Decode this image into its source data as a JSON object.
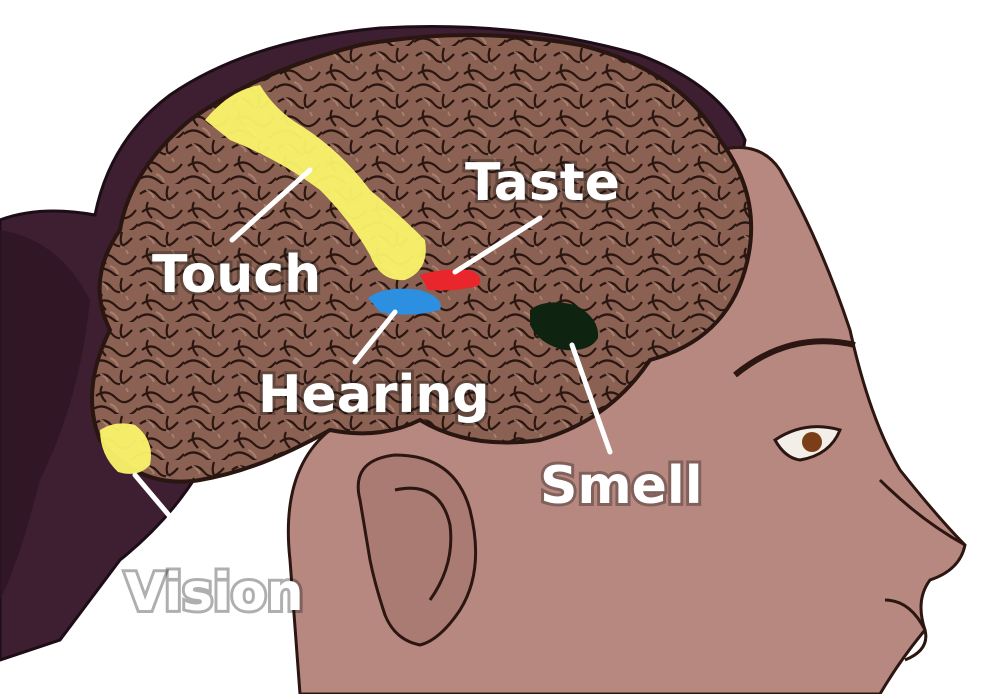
{
  "labels": {
    "touch": "Touch",
    "taste": "Taste",
    "hearing": "Hearing",
    "smell": "Smell",
    "vision": "Vision"
  },
  "colors": {
    "touch": "#fbf46a",
    "vision": "#fbf46a",
    "taste": "#e8262b",
    "hearing": "#2c8fe0",
    "smell": "#0f2410",
    "hair": "#3e1f31",
    "skin": "#b7887f",
    "brain": "#8a6152"
  }
}
